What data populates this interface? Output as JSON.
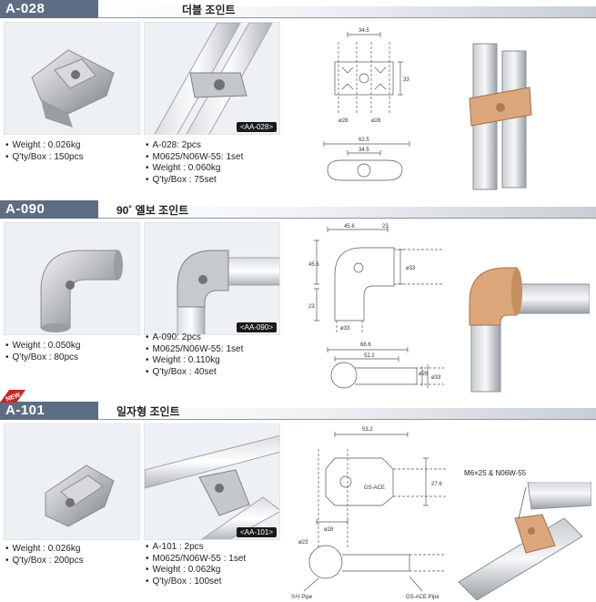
{
  "sections": [
    {
      "code": "A-028",
      "title": "더블 조인트",
      "photo_tag": "<AA-028>",
      "left_specs": [
        "Weight  : 0.026kg",
        "Q'ty/Box : 150pcs"
      ],
      "right_specs": [
        "A-028: 2pcs",
        "M0625/N06W-55: 1set",
        "Weight  : 0.060kg",
        "Q'ty/Box : 75set"
      ],
      "dims": [
        "34.5",
        "33",
        "ø28",
        "ø28",
        "62.5",
        "34.5"
      ]
    },
    {
      "code": "A-090",
      "title": "90˚ 엘보 조인트",
      "photo_tag": "<AA-090>",
      "left_specs": [
        "Weight  : 0.050kg",
        "Q'ty/Box : 80pcs"
      ],
      "right_specs": [
        "A-090: 2pcs",
        "M0625/N06W-55: 1set",
        "Weight  : 0.110kg",
        "Q'ty/Box : 40set"
      ],
      "dims": [
        "45.6",
        "23",
        "45.6",
        "ø33",
        "23",
        "ø33",
        "68.6",
        "52.2",
        "ø28",
        "ø33"
      ]
    },
    {
      "code": "A-101",
      "title": "일자형 조인트",
      "photo_tag": "<AA-101>",
      "left_specs": [
        "Weight  : 0.026kg",
        "Q'ty/Box : 200pcs"
      ],
      "right_specs": [
        "A-101 : 2pcs",
        "M0625/N06W-55 : 1set",
        "Weight : 0.062kg",
        "Q'ty/Box : 100set"
      ],
      "dims": [
        "53.2",
        "27.6",
        "ø28",
        "ø23",
        "GS-ACE",
        "S사 Pipe",
        "GS-ACE Pipe"
      ],
      "callout": "M6×25 & N06W-55"
    }
  ],
  "badge": "NEW"
}
